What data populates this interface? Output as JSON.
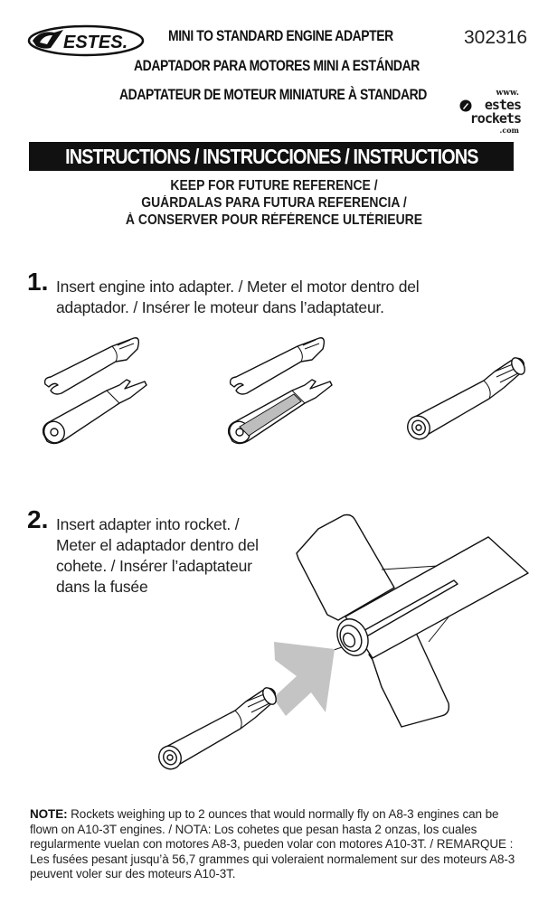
{
  "header": {
    "brand": "ESTES",
    "title_en": "MINI TO STANDARD ENGINE ADAPTER",
    "title_es": "ADAPTADOR PARA MOTORES MINI A ESTÁNDAR",
    "title_fr": "ADAPTATEUR DE MOTEUR MINIATURE À STANDARD",
    "part_number": "302316",
    "website": {
      "www": "www.",
      "line1": "estes",
      "line2": "rockets",
      "tld": ".com"
    }
  },
  "banner": {
    "label": "INSTRUCTIONS / INSTRUCCIONES / INSTRUCTIONS"
  },
  "keep_notice": {
    "lines": [
      "KEEP FOR FUTURE REFERENCE /",
      "GUÁRDALAS PARA FUTURA REFERENCIA /",
      "À CONSERVER POUR RÉFÉRENCE ULTÉRIEURE"
    ]
  },
  "steps": [
    {
      "number": "1.",
      "lines": [
        "Insert engine into adapter. / Meter el motor dentro del",
        "adaptador. / Insérer le moteur dans l’adaptateur."
      ],
      "illustrations": [
        "adapter-open-empty",
        "adapter-open-with-engine",
        "adapter-closed"
      ]
    },
    {
      "number": "2.",
      "lines": [
        "Insert adapter into rocket. /",
        "Meter el adaptador dentro del",
        "cohete. / Insérer l’adaptateur",
        "dans la fusée"
      ],
      "illustrations": [
        "rocket-tail-with-fins",
        "insert-arrow",
        "adapter-closed"
      ]
    }
  ],
  "note": {
    "label": "NOTE:",
    "text": " Rockets weighing up to 2 ounces that would normally fly on A8-3 engines can be flown on A10-3T engines. / NOTA: Los cohetes que pesan hasta 2 onzas, los cuales regularmente vuelan con motores A8-3, pueden volar con motores A10-3T. / REMARQUE : Les fusées pesant jusqu’à 56,7 grammes qui voleraient normalement sur des moteurs A8-3 peuvent voler sur des moteurs A10-3T."
  },
  "colors": {
    "ink": "#111111",
    "banner_bg": "#111111",
    "banner_text": "#ffffff",
    "engine_fill": "#bdbdbd",
    "arrow_fill": "#c4c4c4"
  }
}
